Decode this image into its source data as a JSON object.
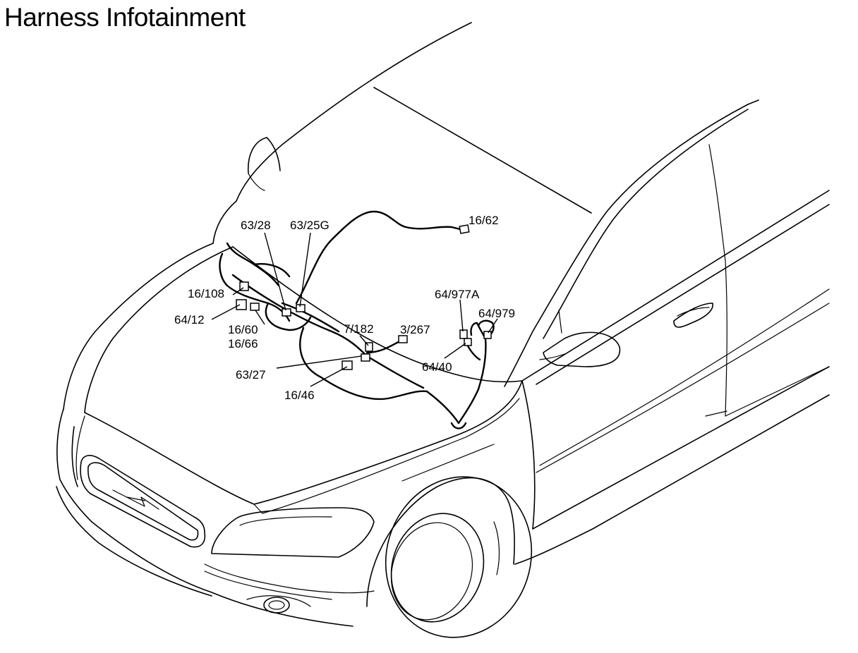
{
  "title": "Harness Infotainment",
  "labels": {
    "l_63_28": "63/28",
    "l_63_25g": "63/25G",
    "l_16_62": "16/62",
    "l_16_108": "16/108",
    "l_64_12": "64/12",
    "l_16_60": "16/60",
    "l_16_66": "16/66",
    "l_7_182": "7/182",
    "l_3_267": "3/267",
    "l_63_27": "63/27",
    "l_16_46": "16/46",
    "l_64_977a": "64/977A",
    "l_64_979": "64/979",
    "l_64_40": "64/40"
  }
}
